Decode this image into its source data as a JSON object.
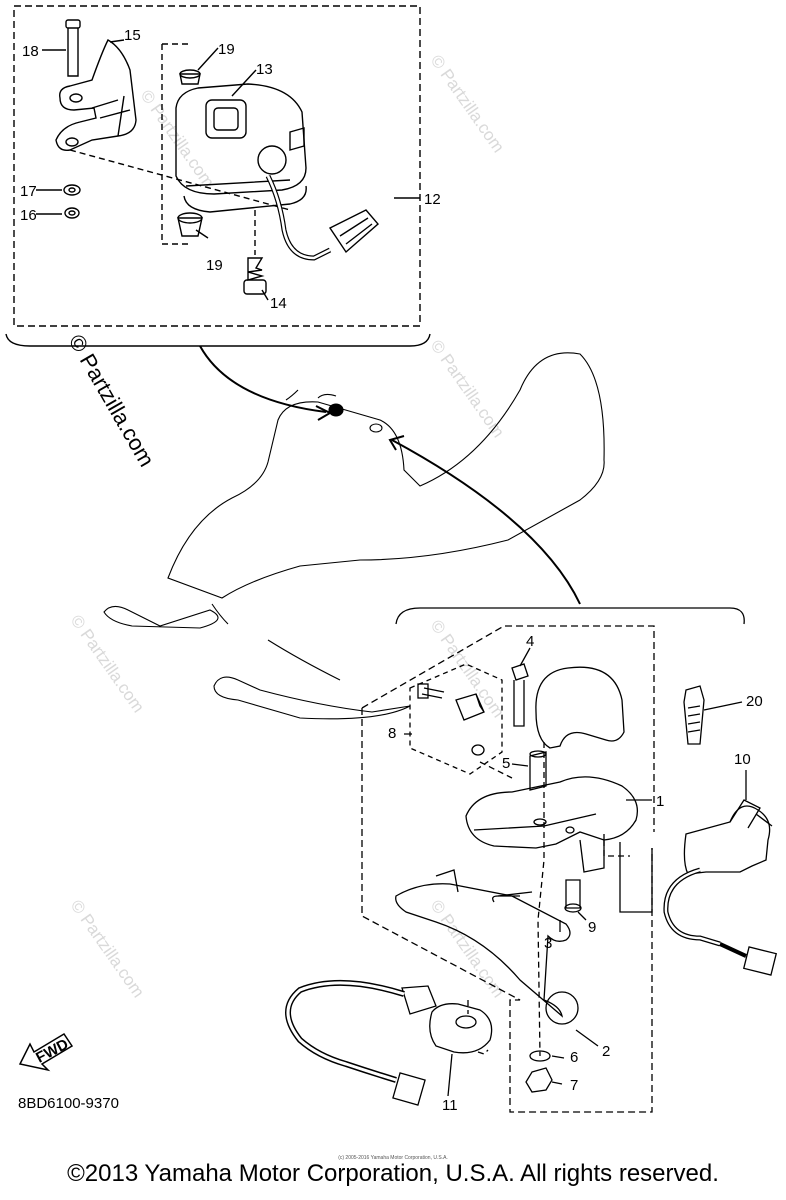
{
  "diagram": {
    "part_code": "8BD6100-9370",
    "fwd_label": "FWD",
    "callouts": {
      "c1": "1",
      "c2": "2",
      "c3": "3",
      "c4": "4",
      "c5": "5",
      "c6": "6",
      "c7": "7",
      "c8": "8",
      "c9": "9",
      "c10": "10",
      "c11": "11",
      "c12": "12",
      "c13": "13",
      "c14": "14",
      "c15": "15",
      "c16": "16",
      "c17": "17",
      "c18": "18",
      "c19a": "19",
      "c19b": "19",
      "c20": "20"
    },
    "watermark": "© Partzilla.com",
    "tiny_credit": "(c) 2005-2016 Yamaha Motor Corporation, U.S.A.",
    "copyright": "©2013 Yamaha Motor Corporation, U.S.A. All rights reserved."
  }
}
